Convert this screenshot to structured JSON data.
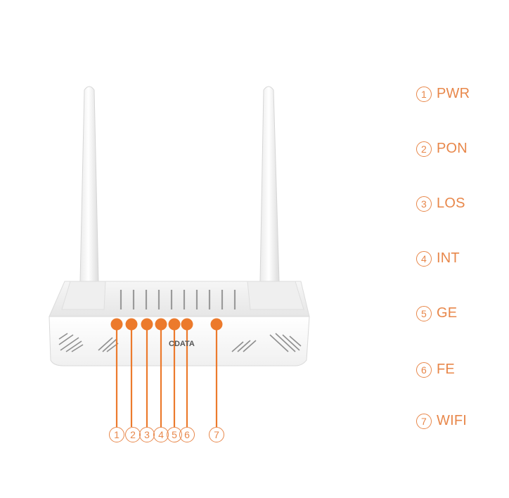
{
  "colors": {
    "accent": "#ec7a2c",
    "text_accent": "#e8874a"
  },
  "device": {
    "logo_text": "CDATA"
  },
  "indicators": [
    {
      "num": "1",
      "label": "PWR"
    },
    {
      "num": "2",
      "label": "PON"
    },
    {
      "num": "3",
      "label": "LOS"
    },
    {
      "num": "4",
      "label": "INT"
    },
    {
      "num": "5",
      "label": "GE"
    },
    {
      "num": "6",
      "label": "FE"
    },
    {
      "num": "7",
      "label": "WIFI"
    }
  ]
}
